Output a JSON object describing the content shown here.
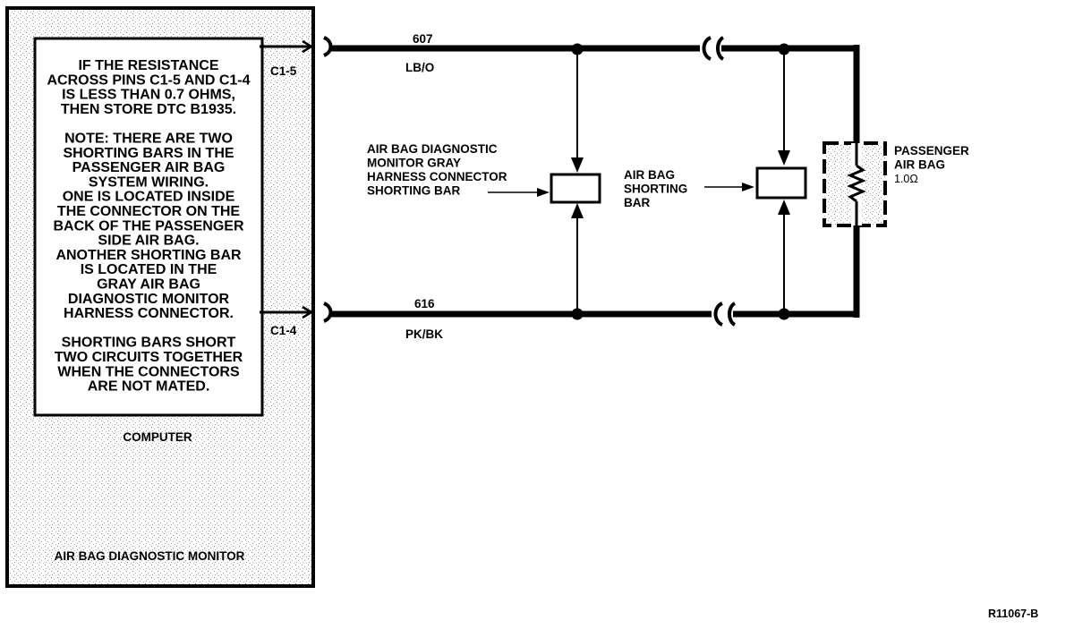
{
  "note": {
    "lines": [
      "IF THE RESISTANCE",
      "ACROSS PINS C1-5 AND C1-4",
      "IS LESS THAN 0.7 OHMS,",
      "THEN STORE DTC B1935.",
      "",
      "NOTE: THERE ARE TWO",
      "SHORTING BARS IN THE",
      "PASSENGER AIR BAG",
      "SYSTEM WIRING.",
      "ONE IS LOCATED INSIDE",
      "THE CONNECTOR ON THE",
      "BACK OF THE PASSENGER",
      "SIDE AIR BAG.",
      "ANOTHER SHORTING BAR",
      "IS LOCATED IN THE",
      "GRAY AIR BAG",
      "DIAGNOSTIC MONITOR",
      "HARNESS CONNECTOR.",
      "",
      "SHORTING BARS SHORT",
      "TWO CIRCUITS TOGETHER",
      "WHEN THE CONNECTORS",
      "ARE NOT MATED."
    ]
  },
  "module": {
    "computer_label": "COMPUTER",
    "name": "AIR BAG DIAGNOSTIC MONITOR"
  },
  "pins": {
    "top": "C1-5",
    "bottom": "C1-4"
  },
  "circuits": {
    "top": {
      "number": "607",
      "color": "LB/O"
    },
    "bottom": {
      "number": "616",
      "color": "PK/BK"
    }
  },
  "shorting_bar_1": {
    "lines": [
      "AIR BAG DIAGNOSTIC",
      "MONITOR GRAY",
      "HARNESS CONNECTOR",
      "SHORTING BAR"
    ]
  },
  "shorting_bar_2": {
    "lines": [
      "AIR BAG",
      "SHORTING",
      "BAR"
    ]
  },
  "airbag": {
    "lines": [
      "PASSENGER",
      "AIR BAG"
    ],
    "resistance": "1.0Ω"
  },
  "figure_id": "R11067-B"
}
